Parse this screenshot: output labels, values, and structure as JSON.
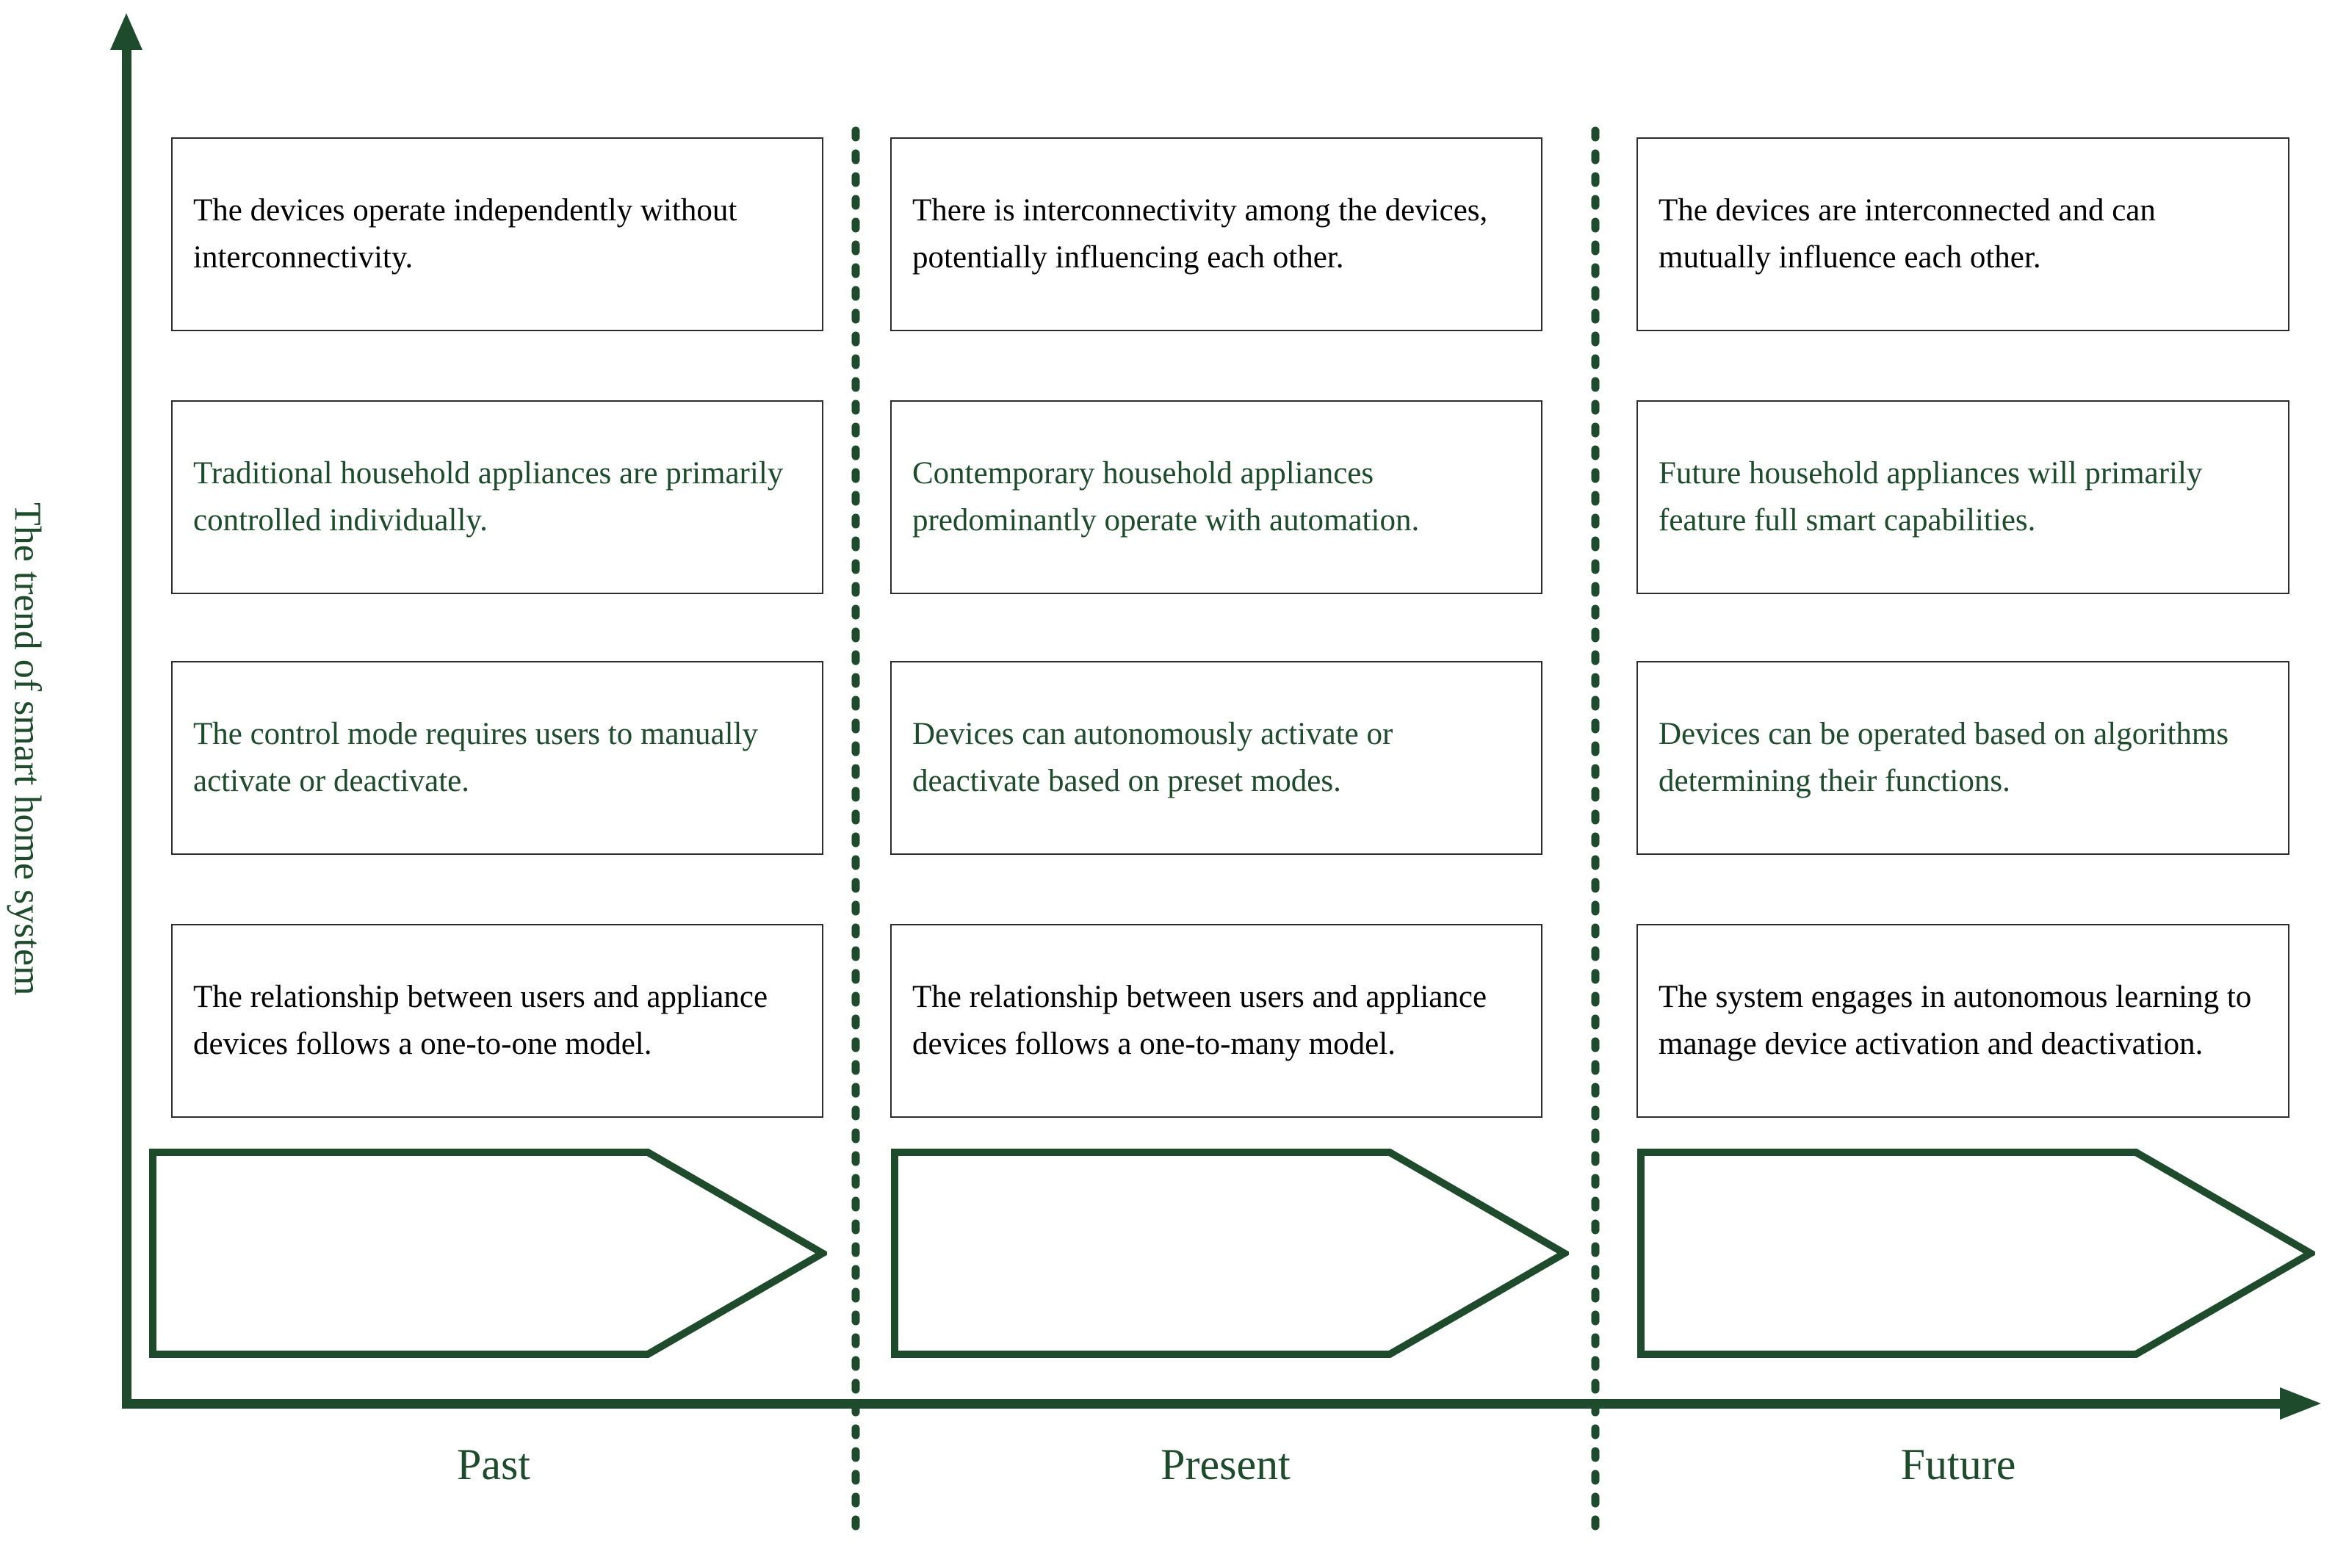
{
  "y_axis_label": "The trend of smart home system",
  "colors": {
    "green": "#1d4b2c",
    "black": "#000000",
    "box_fill": "#ffffff"
  },
  "columns": [
    {
      "label": "Past",
      "boxes": [
        {
          "text": "The devices operate independently without interconnectivity.",
          "text_color": "#000000"
        },
        {
          "text": "Traditional household appliances are primarily controlled individually.",
          "text_color": "#1d4b2c"
        },
        {
          "text": "The control mode requires users to manually activate or deactivate.",
          "text_color": "#1d4b2c"
        },
        {
          "text": "The relationship between users and appliance devices follows a one-to-one model.",
          "text_color": "#000000"
        }
      ]
    },
    {
      "label": "Present",
      "boxes": [
        {
          "text": "There is interconnectivity among the devices, potentially influencing each other.",
          "text_color": "#000000"
        },
        {
          "text": "Contemporary household appliances predominantly operate with automation.",
          "text_color": "#1d4b2c"
        },
        {
          "text": "Devices can autonomously activate or deactivate based on preset modes.",
          "text_color": "#1d4b2c"
        },
        {
          "text": "The relationship between users and appliance devices follows a one-to-many model.",
          "text_color": "#000000"
        }
      ]
    },
    {
      "label": "Future",
      "boxes": [
        {
          "text": "The devices are interconnected and can mutually influence each other.",
          "text_color": "#000000"
        },
        {
          "text": "Future household appliances will primarily feature full smart capabilities.",
          "text_color": "#1d4b2c"
        },
        {
          "text": "Devices can be operated based on algorithms determining their functions.",
          "text_color": "#1d4b2c"
        },
        {
          "text": "The system engages in autonomous learning to manage device activation and deactivation.",
          "text_color": "#000000"
        }
      ]
    }
  ]
}
